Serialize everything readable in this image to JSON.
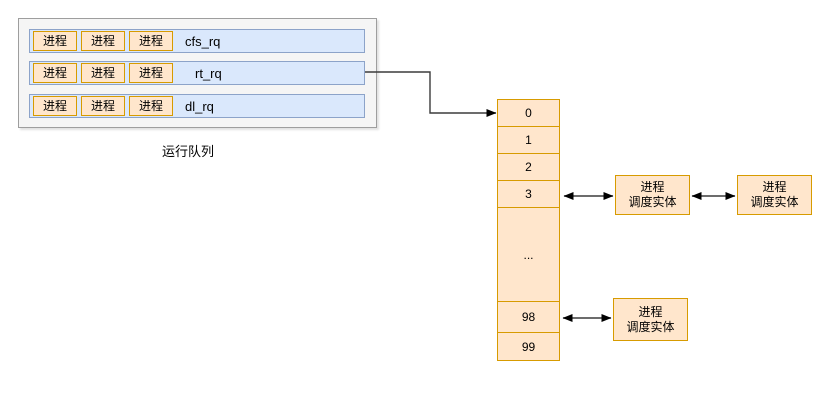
{
  "run_queue": {
    "caption": "运行队列",
    "rows": [
      {
        "name": "cfs_rq",
        "processes": [
          "进程",
          "进程",
          "进程"
        ]
      },
      {
        "name": "rt_rq",
        "processes": [
          "进程",
          "进程",
          "进程"
        ]
      },
      {
        "name": "dl_rq",
        "processes": [
          "进程",
          "进程",
          "进程"
        ]
      }
    ]
  },
  "priority_array": {
    "cells": [
      "0",
      "1",
      "2",
      "3",
      "...",
      "98",
      "99"
    ]
  },
  "scheduler_entities": [
    {
      "line1": "进程",
      "line2": "调度实体"
    },
    {
      "line1": "进程",
      "line2": "调度实体"
    },
    {
      "line1": "进程",
      "line2": "调度实体"
    }
  ],
  "colors": {
    "process_fill": "#FFE6CC",
    "process_stroke": "#D79B00",
    "queue_fill": "#DAE8FC",
    "queue_stroke": "#8CA3C9",
    "container_fill": "#F5F5F5",
    "container_stroke": "#9E9E9E",
    "connector": "#3B3B3B",
    "text": "#000000"
  }
}
